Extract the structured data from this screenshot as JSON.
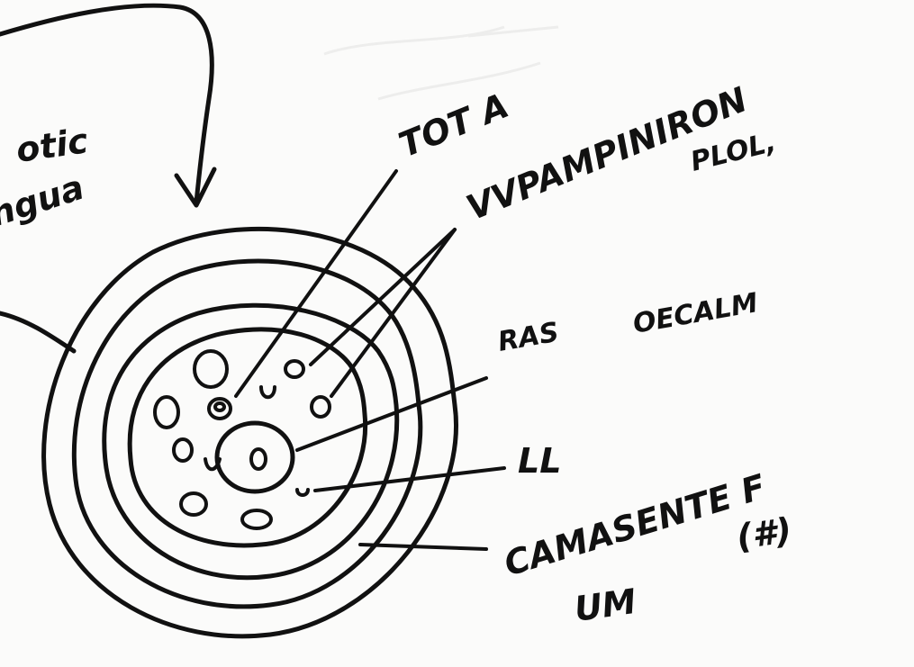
{
  "diagram": {
    "labels": {
      "top_left_line1": "otic",
      "top_left_line2": "ngua",
      "top_a": "TOT A",
      "vv_line1": "VVPAMPINIRON",
      "vv_line2": "PLOL,",
      "ras": "RAS",
      "oecalm": "OECALM",
      "ll": "LL",
      "cap_line1": "CAMASENTE F",
      "cap_line2": "(#)",
      "cap_line3": "UM"
    },
    "colors": {
      "ink": "#111111",
      "paper": "#fbfbfa"
    }
  }
}
